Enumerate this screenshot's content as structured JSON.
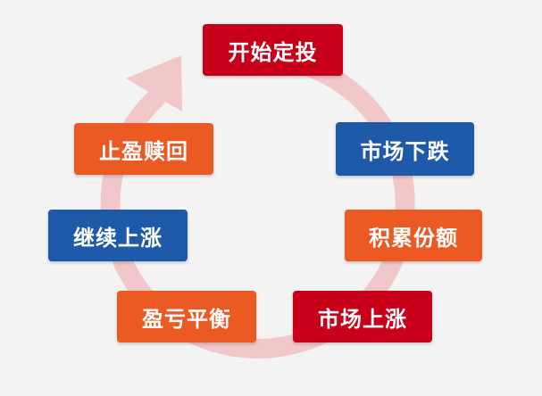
{
  "colors": {
    "dark_red": "#c8001a",
    "blue": "#1f5aa8",
    "orange": "#ec5a24",
    "ring": "#f2c7c9",
    "background": "#f3f3f3"
  },
  "steps": {
    "start": "开始定投",
    "market_down": "市场下跌",
    "accumulate": "积累份额",
    "market_up": "市场上涨",
    "breakeven": "盈亏平衡",
    "keep_rising": "继续上涨",
    "take_profit": "止盈赎回"
  }
}
